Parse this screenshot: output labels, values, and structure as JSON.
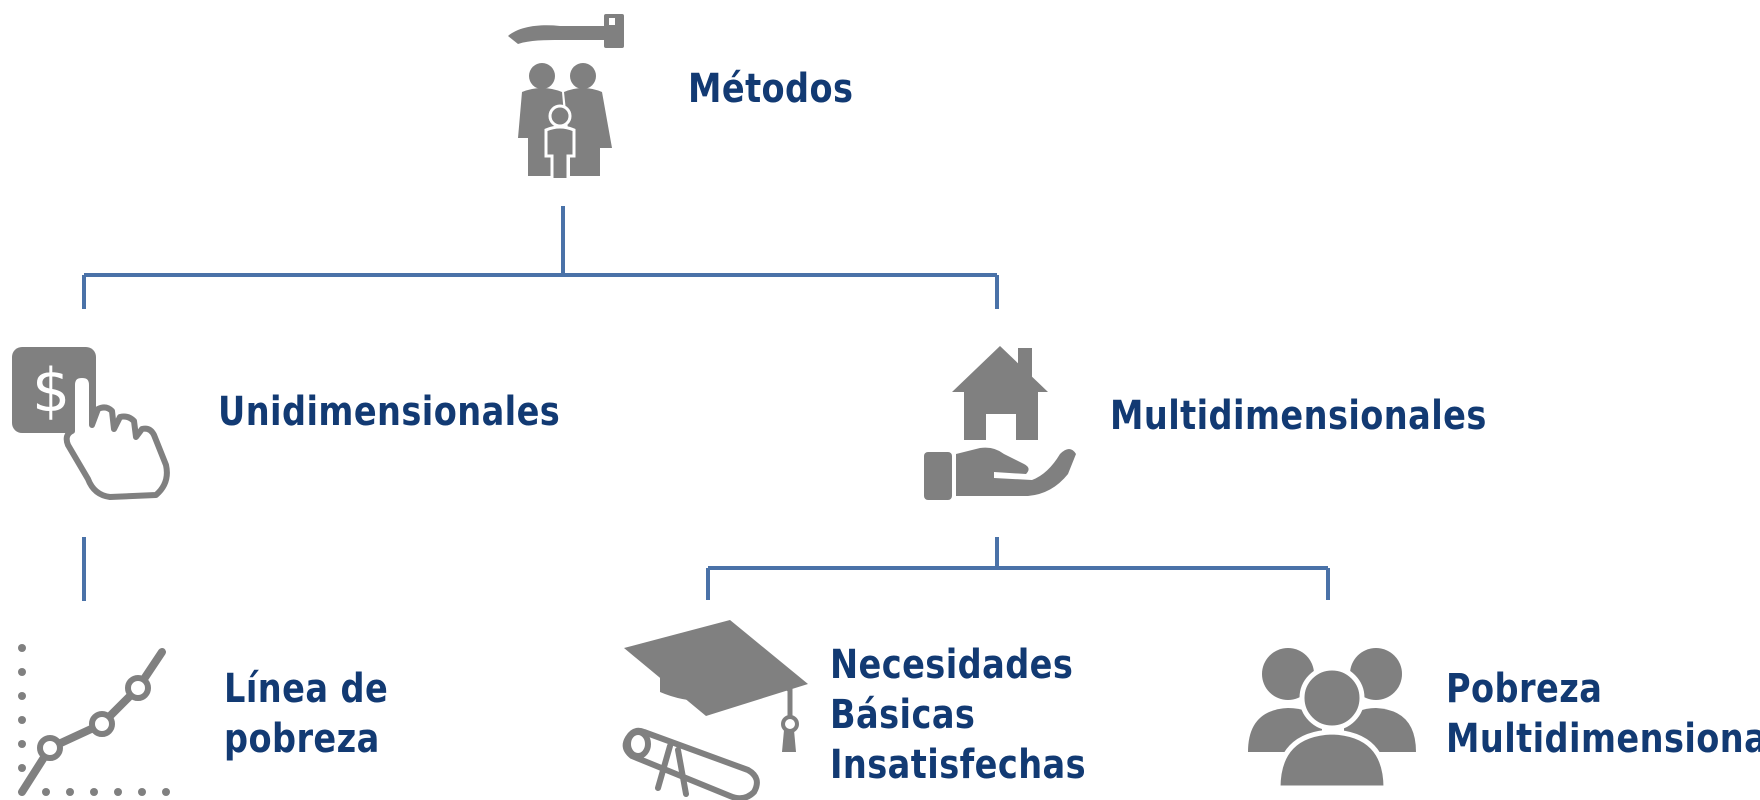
{
  "diagram": {
    "root": {
      "label": "Métodos",
      "icon": "family-protection-icon"
    },
    "unidimensional": {
      "label": "Unidimensionales",
      "icon": "dollar-touch-icon"
    },
    "multidimensional": {
      "label": "Multidimensionales",
      "icon": "house-in-hand-icon"
    },
    "poverty_line": {
      "line1": "Línea de",
      "line2": "pobreza",
      "icon": "line-chart-icon"
    },
    "unmet_needs": {
      "line1": "Necesidades",
      "line2": "Básicas",
      "line3": "Insatisfechas",
      "icon": "graduation-cap-diploma-icon"
    },
    "multidimensional_poverty": {
      "line1": "Pobreza",
      "line2": "Multidimensional",
      "icon": "people-group-icon"
    }
  },
  "colors": {
    "connector": "#4a72a8",
    "icon": "#808080",
    "text": "#123a73"
  }
}
